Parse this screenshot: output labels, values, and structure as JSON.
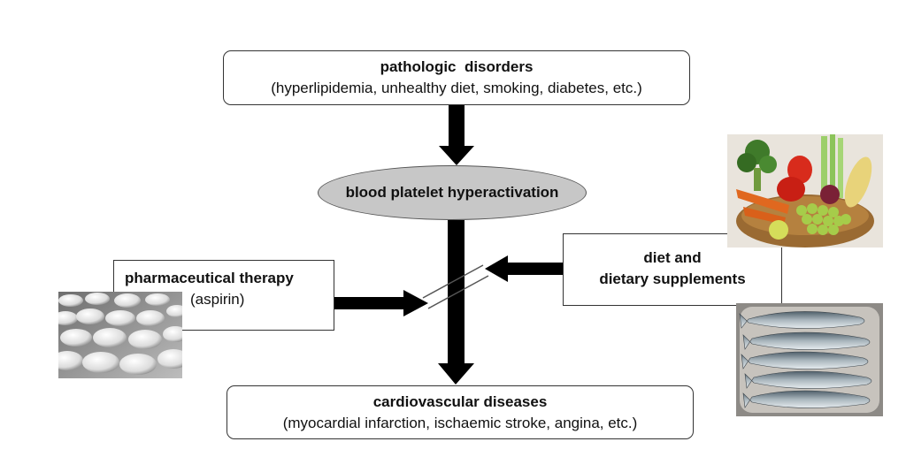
{
  "top_box": {
    "title": "pathologic  disorders",
    "subtitle": "(hyperlipidemia, unhealthy diet, smoking, diabetes, etc.)"
  },
  "center_node": {
    "label": "blood platelet hyperactivation"
  },
  "pharma_box": {
    "title": "pharmaceutical therapy",
    "subtitle": "(aspirin)"
  },
  "diet_box": {
    "line1": "diet and",
    "line2": "dietary supplements"
  },
  "bottom_box": {
    "title": "cardiovascular diseases",
    "subtitle": "(myocardial infarction, ischaemic stroke, angina, etc.)"
  },
  "photos": {
    "pills": "aspirin tablets photo",
    "vegetables": "vegetable basket photo",
    "fish": "fish photo"
  },
  "colors": {
    "arrow": "#000000",
    "ellipse_fill": "#c7c7c7",
    "box_border": "#333333"
  }
}
